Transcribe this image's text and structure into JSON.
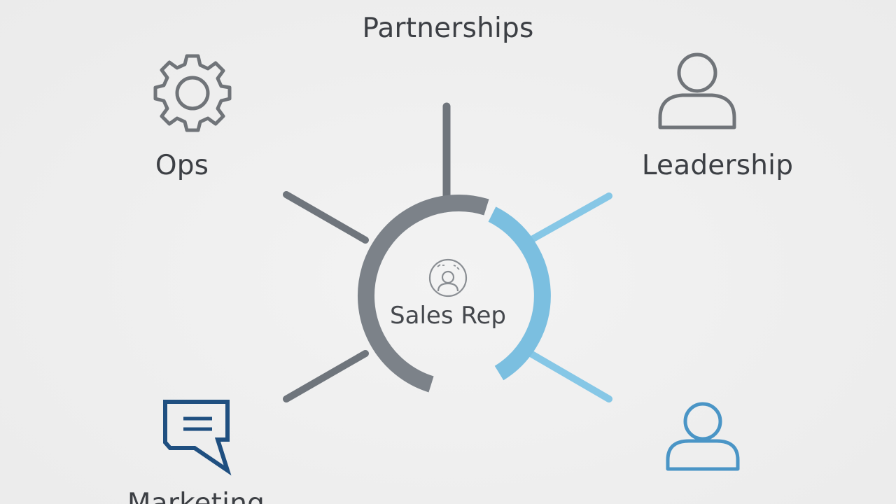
{
  "diagram": {
    "center": {
      "label": "Sales Rep",
      "icon": "user-badge-icon"
    },
    "nodes": [
      {
        "id": "top",
        "label": "Partnerships",
        "icon": ""
      },
      {
        "id": "top-left",
        "label": "Ops",
        "icon": "gear-icon"
      },
      {
        "id": "top-right",
        "label": "Leadership",
        "icon": "user-icon"
      },
      {
        "id": "bottom-left",
        "label": "Marketing",
        "icon": "chat-icon"
      },
      {
        "id": "bottom-right",
        "label": "",
        "icon": "user-icon"
      }
    ],
    "colors": {
      "background": "#efefef",
      "ring_gray": "#7c8289",
      "ring_blue": "#7bbfe0",
      "spoke_gray": "#6f757c",
      "spoke_blue": "#86c7e6",
      "icon_gray": "#707479",
      "icon_navy": "#1f4f80",
      "icon_blue": "#4a95c6",
      "text": "#3c3f44"
    }
  }
}
